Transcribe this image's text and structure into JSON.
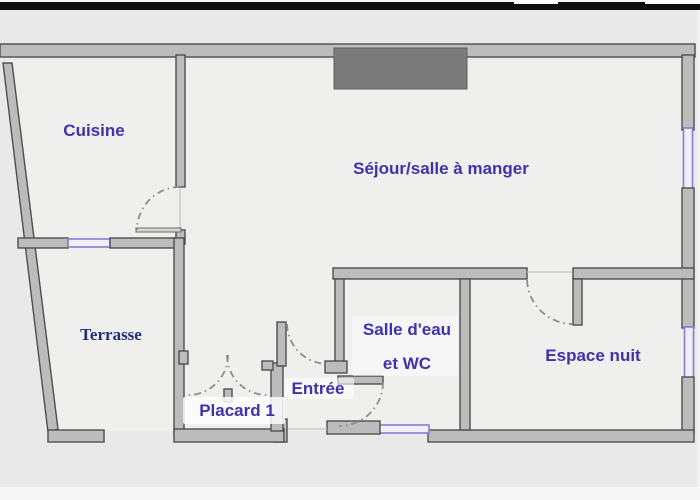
{
  "page": {
    "background": "#e9e9e9",
    "top_bar_color": "#0e0e0e",
    "bottom_strip_color": "#f6f6f6"
  },
  "floorplan": {
    "type": "apartment-floor-plan",
    "rooms": {
      "cuisine": {
        "label": "Cuisine"
      },
      "sejour": {
        "label": "Séjour/salle à manger"
      },
      "terrasse": {
        "label": "Terrasse"
      },
      "placard": {
        "label": "Placard 1"
      },
      "entree": {
        "label": "Entrée"
      },
      "salle_eau": {
        "label_line1": "Salle d'eau",
        "label_line2": "et WC"
      },
      "espace_nuit": {
        "label": "Espace nuit"
      }
    },
    "colors": {
      "wall_fill": "#bcbcbc",
      "wall_outline": "#4e4e4e",
      "room_label": "#3f33ab",
      "terrasse_label": "#232d7d",
      "window_accent": "#8a7cd6",
      "dark_block": "#7b7b7b",
      "door_arc": "#8e8e8e",
      "floor_fill": "#efefee"
    }
  }
}
